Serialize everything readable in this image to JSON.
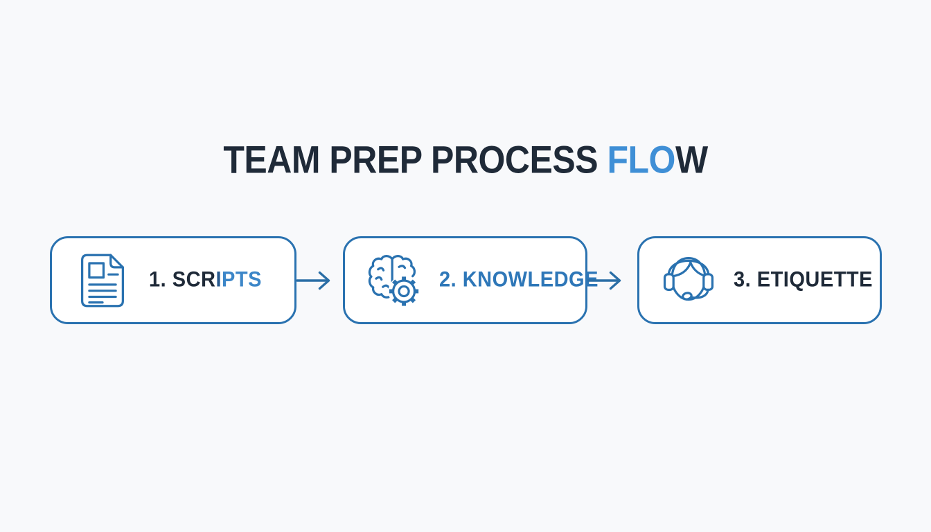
{
  "title": {
    "segments": [
      {
        "text": "TEAM PREP PROCESS ",
        "color": "#1f2a38"
      },
      {
        "text": "FLO",
        "color": "#3f8fd6"
      },
      {
        "text": "W",
        "color": "#1f2a38"
      }
    ]
  },
  "flow": {
    "steps": [
      {
        "icon": "document-icon",
        "label_segments": [
          {
            "text": "1. SCR",
            "color": "#1f2a38"
          },
          {
            "text": "I",
            "color": "#27598e"
          },
          {
            "text": "PTS",
            "color": "#3c86c8"
          }
        ]
      },
      {
        "icon": "brain-gear-icon",
        "label_segments": [
          {
            "text": "2. KNOWLEDGE",
            "color": "#2e77b8"
          }
        ]
      },
      {
        "icon": "headset-agent-icon",
        "label_segments": [
          {
            "text": "3. ETIQUETTE",
            "color": "#1f2a38"
          }
        ]
      }
    ],
    "connectors": [
      {
        "icon": "arrow-right-icon"
      },
      {
        "icon": "arrow-right-icon"
      }
    ]
  },
  "colors": {
    "background": "#f8f9fb",
    "box_background": "#ffffff",
    "box_border": "#2a72b0",
    "icon_stroke": "#2a72b0",
    "arrow": "#2a6ea6",
    "title_dark": "#1f2a38",
    "title_accent": "#3f8fd6"
  }
}
